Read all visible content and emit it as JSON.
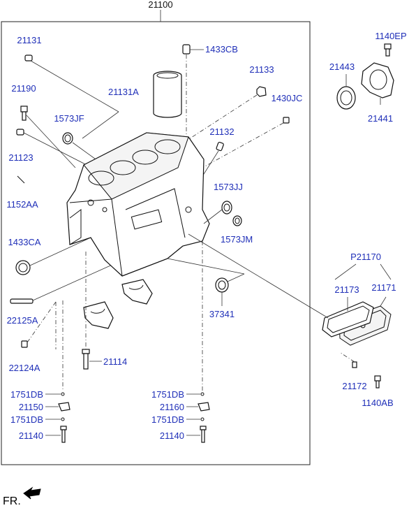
{
  "labels": {
    "l21100": "21100",
    "l21131": "21131",
    "l1433CB": "1433CB",
    "l1140EP": "1140EP",
    "l21133": "21133",
    "l21131A": "21131A",
    "l21443": "21443",
    "l21190": "21190",
    "l1430JC": "1430JC",
    "l1573JF": "1573JF",
    "l21441": "21441",
    "l21132": "21132",
    "l21123": "21123",
    "l1152AA": "1152AA",
    "l1573JJ": "1573JJ",
    "l1573JM": "1573JM",
    "l1433CA": "1433CA",
    "lP21170": "P21170",
    "l21173": "21173",
    "l21171": "21171",
    "l37341": "37341",
    "l22125A": "22125A",
    "l22124A": "22124A",
    "l21114": "21114",
    "l21172": "21172",
    "l1140AB": "1140AB",
    "l1751DB_a": "1751DB",
    "l21150": "21150",
    "l1751DB_b": "1751DB",
    "l21140_a": "21140",
    "l1751DB_c": "1751DB",
    "l21160": "21160",
    "l1751DB_d": "1751DB",
    "l21140_b": "21140"
  },
  "direction": {
    "label": "FR."
  },
  "icons": {
    "direction_arrow": "front-direction-arrow-icon"
  },
  "colors": {
    "part_number_text": "#1f2fb8",
    "linework": "#111111"
  }
}
